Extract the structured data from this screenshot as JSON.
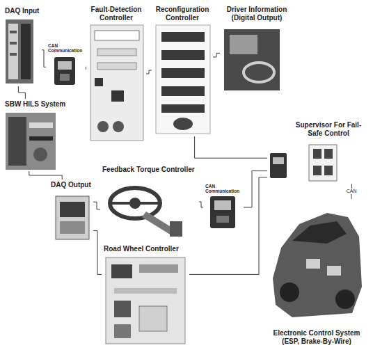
{
  "diagram": {
    "nodes": [
      {
        "text": [
          "DAQ Input"
        ]
      },
      {
        "text": [
          "CAN Communication"
        ]
      },
      {
        "text": [
          "SBW HILS System"
        ]
      },
      {
        "text": [
          "DAQ Output"
        ]
      },
      {
        "text": [
          "Fault-Detection Controller"
        ]
      },
      {
        "text": [
          "Reconfiguration Controller"
        ]
      },
      {
        "text": [
          "Driver Information (Digital Output)"
        ]
      },
      {
        "text": [
          "Feedback Torque Controller"
        ]
      },
      {
        "text": [
          "CAN Communication"
        ]
      },
      {
        "text": [
          "Road Wheel Controller"
        ]
      },
      {
        "text": [
          "Supervisor For Fail-Safe Control"
        ]
      },
      {
        "text": [
          "Electronic Control System (ESP, Brake-By-Wire)"
        ]
      }
    ],
    "edges": [
      {
        "from": 0,
        "to": 1,
        "arrow": "none"
      },
      {
        "from": 1,
        "to": 4,
        "arrow": "none"
      },
      {
        "from": 0,
        "to": 2,
        "arrow": "none"
      },
      {
        "from": 2,
        "to": 3,
        "arrow": "none"
      },
      {
        "from": 3,
        "to": 7,
        "arrow": "none"
      },
      {
        "from": 3,
        "to": 9,
        "arrow": "none"
      },
      {
        "from": 4,
        "to": 5,
        "arrow": "none"
      },
      {
        "from": 5,
        "to": 6,
        "arrow": "none"
      },
      {
        "from": 5,
        "to": 10,
        "arrow": "none"
      },
      {
        "from": 7,
        "to": 8,
        "arrow": "none"
      },
      {
        "from": 8,
        "to": 10,
        "arrow": "none"
      },
      {
        "from": 9,
        "to": 10,
        "arrow": "none"
      },
      {
        "from": 10,
        "to": 11,
        "label": "CAN",
        "arrow": "none"
      }
    ]
  }
}
